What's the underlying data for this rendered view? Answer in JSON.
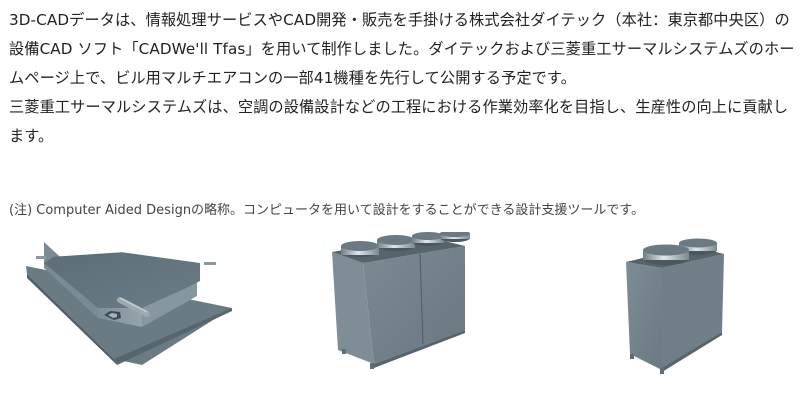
{
  "article": {
    "paragraphs": [
      "3D-CADデータは、情報処理サービスやCAD開発・販売を手掛ける株式会社ダイテック（本社：東京都中央区）の設備CAD ソフト「CADWe'll Tfas」を用いて制作しました。ダイテックおよび三菱重工サーマルシステムズのホームページ上で、ビル用マルチエアコンの一部41機種を先行して公開する予定です。",
      "三菱重工サーマルシステムズは、空調の設備設計などの工程における作業効率化を目指し、生産性の向上に貢献します。"
    ],
    "note": "(注) Computer Aided Designの略称。コンピュータを用いて設計をすることができる設計支援ツールです。"
  },
  "figures": [
    {
      "name": "ceiling-cassette-indoor-unit",
      "alt": "天井カセット形室内機 3D-CADモデル"
    },
    {
      "name": "outdoor-unit-4-fan",
      "alt": "室外機（4ファン）3D-CADモデル"
    },
    {
      "name": "outdoor-unit-2-fan",
      "alt": "室外機（2ファン）3D-CADモデル"
    }
  ],
  "colors": {
    "text": "#222222",
    "note_text": "#444444",
    "model_gray": "#6f7f88",
    "model_dark": "#566670",
    "model_light": "#8e9ca4"
  }
}
